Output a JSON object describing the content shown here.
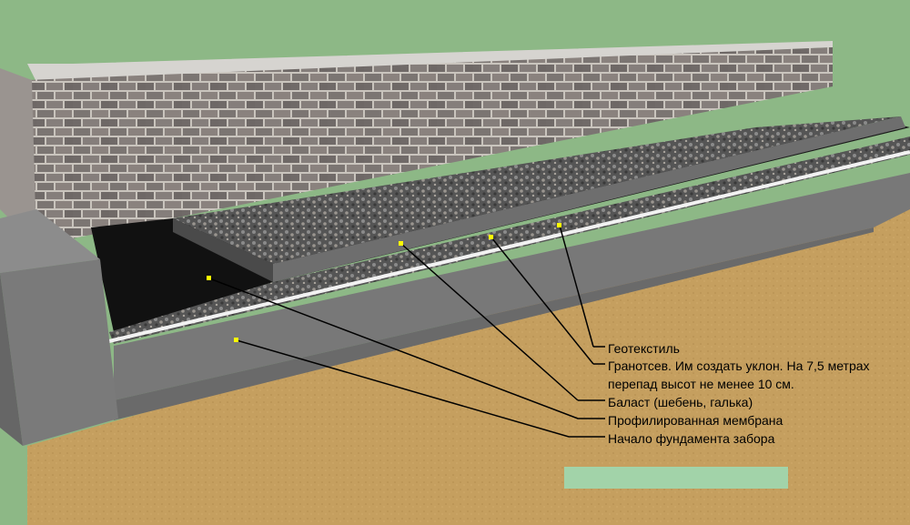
{
  "labels": {
    "geotextile": "Геотекстиль",
    "granotsev_line1": "Гранотсев. Им создать уклон. На 7,5 метрах",
    "granotsev_line2": "перепад высот не менее 10 см.",
    "ballast": "Баласт (шебень, галька)",
    "membrane": "Профилированная мембрана",
    "foundation": "Начало фундамента забора"
  },
  "colors": {
    "background": "#8db886",
    "brick": "#7a7472",
    "soil": "#c59f5f",
    "concrete": "#767676",
    "membrane": "#111111",
    "gravel": "#5e5e5e",
    "marker": "#ffff00"
  }
}
